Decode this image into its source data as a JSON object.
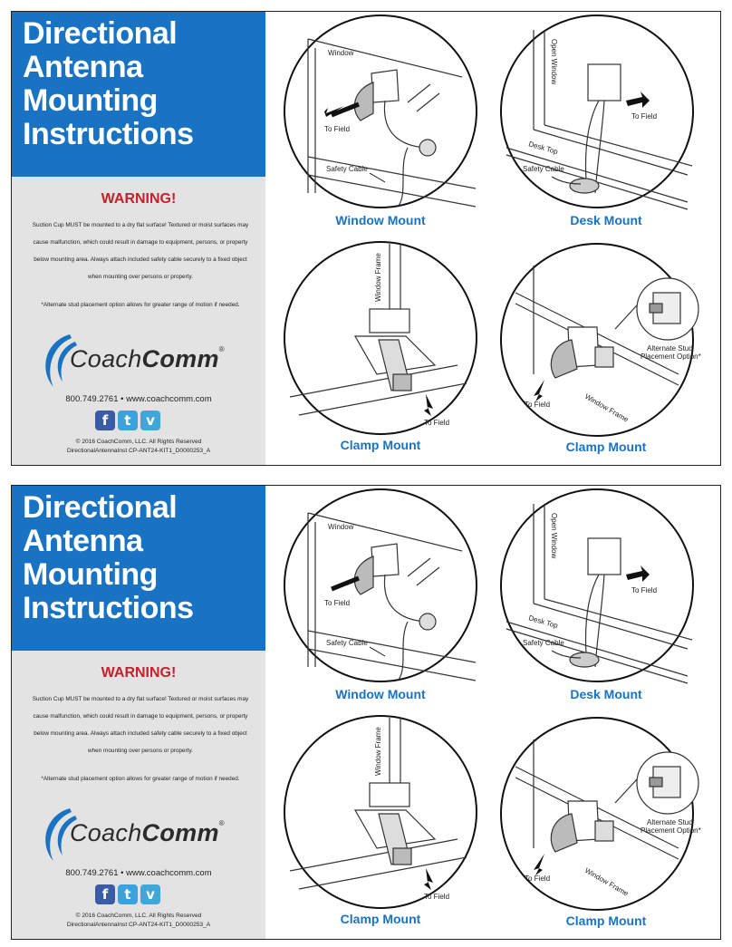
{
  "title_lines": [
    "Directional",
    "Antenna",
    "Mounting",
    "Instructions"
  ],
  "warning": {
    "heading": "WARNING!",
    "lines": [
      "Suction Cup MUST be mounted to a dry flat surface! Textured or moist surfaces may",
      "cause malfunction, which could result in damage to equipment, persons, or property",
      "below mounting area. Always attach included safety cable securely to a fixed object",
      "when mounting over persons or property."
    ],
    "alt_note": "*Alternate stud placement option allows for greater range of motion if needed."
  },
  "logo": {
    "light": "Coach",
    "bold": "Comm",
    "reg": "®"
  },
  "contact": {
    "phone": "800.749.2761",
    "sep": "•",
    "url": "www.coachcomm.com"
  },
  "social": [
    "f",
    "t",
    "v"
  ],
  "social_icons": [
    "facebook-icon",
    "twitter-icon",
    "vimeo-icon"
  ],
  "copyright": [
    "© 2016 CoachComm, LLC.  All Rights Reserved",
    "DirectionalAntennaInst CP-ANT24-KIT1_D0000253_A"
  ],
  "panels": {
    "window": {
      "caption": "Window Mount",
      "labels": {
        "window": "Window",
        "to_field": "To Field",
        "safety": "Safety Cable"
      }
    },
    "desk": {
      "caption": "Desk Mount",
      "labels": {
        "open_window": "Open Window",
        "to_field": "To Field",
        "desk_top": "Desk Top",
        "safety": "Safety Cable"
      }
    },
    "clamp1": {
      "caption": "Clamp Mount",
      "labels": {
        "frame": "Window Frame",
        "to_field": "To Field"
      }
    },
    "clamp2": {
      "caption": "Clamp Mount",
      "labels": {
        "alt_stud_1": "Alternate Stud",
        "alt_stud_2": "Placement Option*",
        "to_field": "To Field",
        "frame": "Window Frame"
      }
    }
  },
  "colors": {
    "brand_blue": "#1a73c2",
    "warning_red": "#c8202a",
    "panel_gray": "#e3e3e4"
  }
}
